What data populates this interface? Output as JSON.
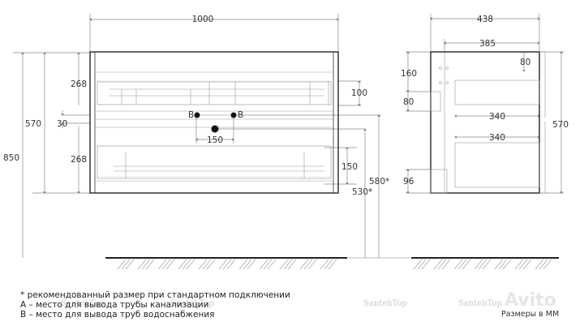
{
  "drawing": {
    "front_view": {
      "width_label": "1000",
      "dims_left": {
        "total_height": "850",
        "cabinet_height": "570",
        "gap": "30",
        "upper_drawer": "268",
        "lower_drawer": "268"
      },
      "dims_inner": {
        "upper_offset": "100",
        "pipe_spacing": "150",
        "lower_offset": "150",
        "outlet_height_a": "530*",
        "outlet_height_b": "580*"
      },
      "markers": {
        "b_left": "B",
        "b_right": "B"
      }
    },
    "side_view": {
      "depth_total": "438",
      "depth_inner": "385",
      "top_offset": "80",
      "left_top": "160",
      "left_mid": "80",
      "drawer_upper_width": "340",
      "drawer_lower_width": "340",
      "bottom_offset": "96",
      "height": "570"
    }
  },
  "notes": {
    "line1": "* рекомендованный размер при стандартном подключении",
    "line2": "А – место для вывода трубы канализации",
    "line3": "В – место для вывода труб водоснабжения"
  },
  "units_label": "Размеры в ММ",
  "watermarks": [
    "SantehTop",
    "SantehTop",
    "SantehTop",
    "SantehTop"
  ],
  "brand_watermark": "Avito"
}
